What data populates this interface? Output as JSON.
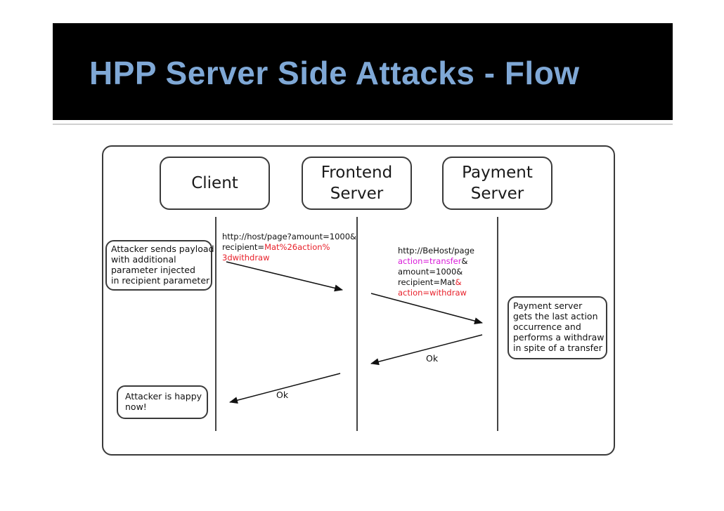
{
  "slide": {
    "title": "HPP Server Side Attacks - Flow",
    "title_color": "#7fa8d6",
    "title_bar_color": "#000000"
  },
  "diagram": {
    "actors": [
      {
        "id": "client",
        "lines": [
          "Client"
        ]
      },
      {
        "id": "frontend",
        "lines": [
          "Frontend",
          "Server"
        ]
      },
      {
        "id": "payment",
        "lines": [
          "Payment",
          "Server"
        ]
      }
    ],
    "notes": {
      "attacker_sends": [
        "Attacker sends payload",
        "with additional",
        "parameter injected",
        "in recipient parameter"
      ],
      "payment_server": [
        "Payment server",
        "gets the last action",
        "occurrence and",
        "performs a withdraw",
        "in spite of a transfer"
      ],
      "attacker_happy": [
        "Attacker is happy",
        "now!"
      ]
    },
    "messages": {
      "request_1": {
        "line1": "http://host/page?amount=1000&",
        "line2_prefix": "recipient=",
        "line2_injected": "Mat%26action%",
        "line3_injected": "3dwithdraw",
        "injected_color": "#e8202a"
      },
      "request_2": {
        "line1": "http://BeHost/page",
        "line2_action": "action=transfer",
        "line2_suffix": "&",
        "line3": "amount=1000&",
        "line4_prefix": "recipient=Mat",
        "line4_amp": "&",
        "line5": "action=withdraw",
        "action_color": "#d81bd8",
        "injected_color": "#e8202a"
      },
      "response_payment": "Ok",
      "response_frontend": "Ok"
    }
  }
}
